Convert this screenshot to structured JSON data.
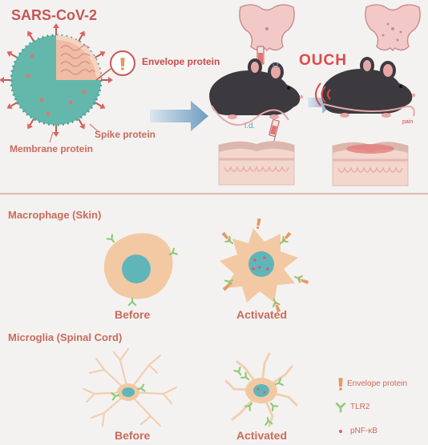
{
  "top_panel": {
    "title": "SARS-CoV-2",
    "envelope_label": "Envelope protein",
    "spike_label": "Spike protein",
    "membrane_label": "Membrane protein",
    "it_label": "i.t.",
    "id_label": "i.d.",
    "ouch_label": "OUCH",
    "pain_label": "pain"
  },
  "bottom_panel": {
    "macrophage_heading": "Macrophage (Skin)",
    "microglia_heading": "Microglia (Spinal Cord)",
    "before_label": "Before",
    "activated_label": "Activated"
  },
  "legend": {
    "items": [
      {
        "label": "Envelope protein",
        "icon": "envelope-protein-icon"
      },
      {
        "label": "TLR2",
        "icon": "tlr2-receptor-icon"
      },
      {
        "label": "pNF-κB",
        "icon": "pnfkb-dot-icon"
      }
    ]
  },
  "colors": {
    "accent_red": "#c65656",
    "virus_teal": "#63b8ab",
    "cell_peach": "#f3c9a3",
    "nucleus_teal": "#5fb6b8",
    "receptor_green": "#8ccc78",
    "arrow_blue": "#7fa8c6"
  }
}
